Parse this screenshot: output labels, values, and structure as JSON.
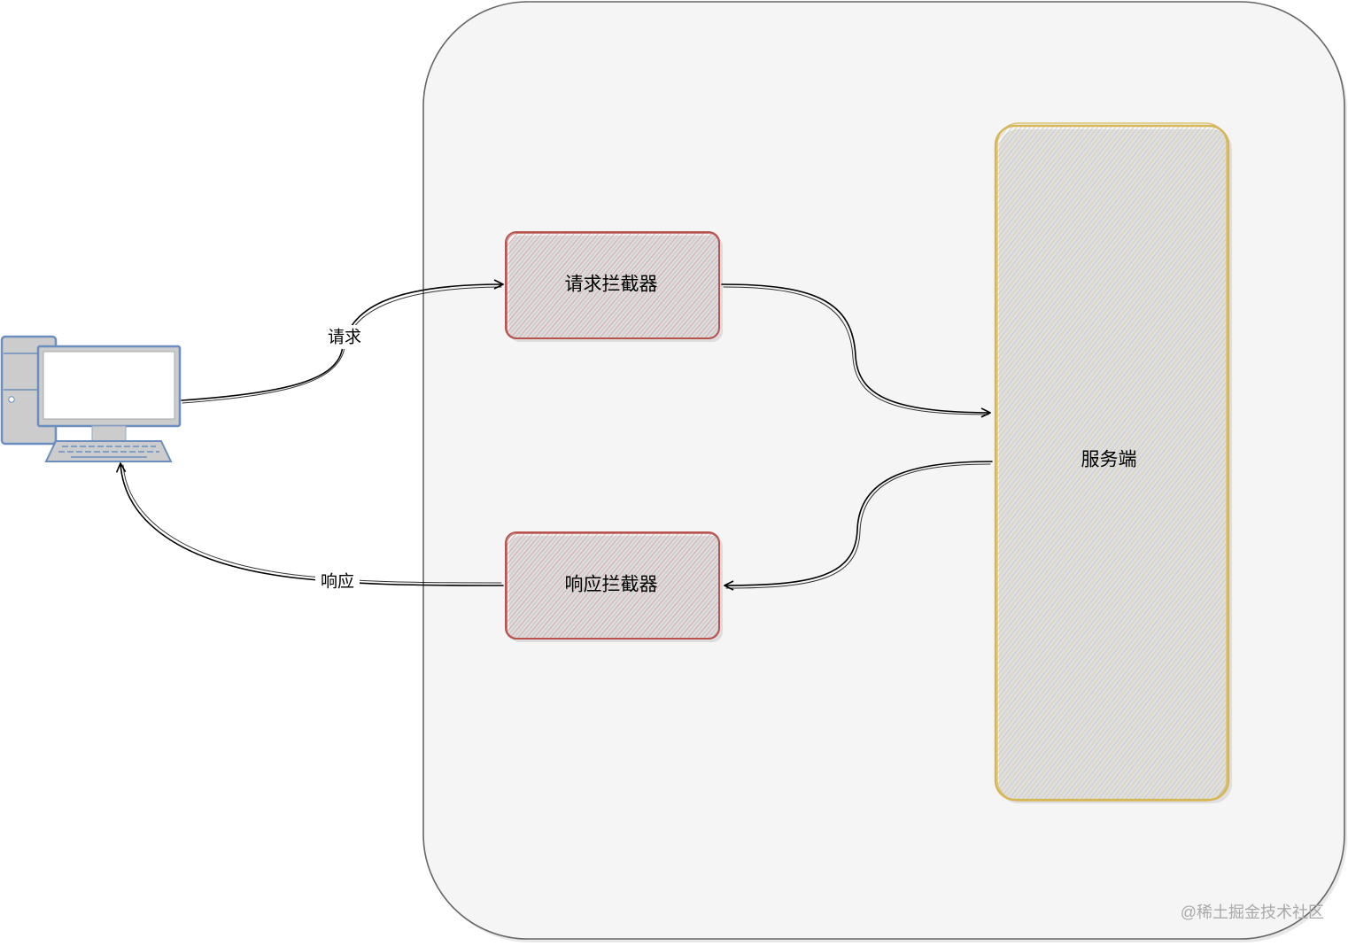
{
  "diagram": {
    "nodes": {
      "client": {
        "icon": "desktop-computer-icon"
      },
      "request_interceptor": {
        "label": "请求拦截器"
      },
      "response_interceptor": {
        "label": "响应拦截器"
      },
      "server": {
        "label": "服务端"
      }
    },
    "edges": {
      "client_to_request_interceptor": {
        "label": "请求"
      },
      "request_interceptor_to_server": {
        "label": ""
      },
      "server_to_response_interceptor": {
        "label": ""
      },
      "response_interceptor_to_client": {
        "label": "响应"
      }
    }
  },
  "watermark": "@稀土掘金技术社区",
  "colors": {
    "container_fill": "#f5f5f5",
    "container_stroke": "#666666",
    "interceptor_stroke": "#b85450",
    "interceptor_hatch": "#d79b99",
    "server_stroke": "#d6b656",
    "server_hatch": "#dccda4",
    "server_hatch_alt": "#aab4c6",
    "computer_stroke": "#6c8ebf",
    "computer_fill": "#cccccc",
    "edge": "#000000"
  }
}
